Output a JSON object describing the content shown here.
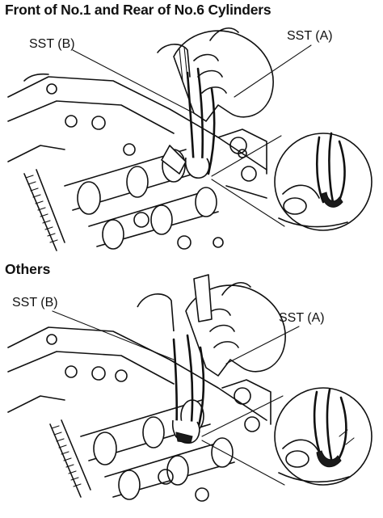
{
  "top_section": {
    "heading": "Front of No.1 and Rear of No.6 Cylinders",
    "label_left": "SST (B)",
    "label_right": "SST (A)"
  },
  "bottom_section": {
    "heading": "Others",
    "label_left": "SST (B)",
    "label_right": "SST (A)"
  }
}
